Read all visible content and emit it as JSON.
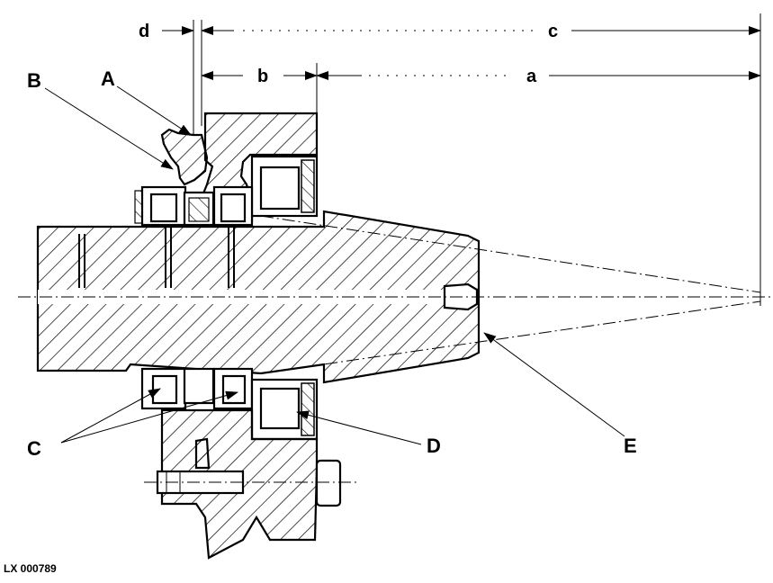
{
  "labels": {
    "a": "a",
    "b": "b",
    "c": "c",
    "d": "d",
    "A": "A",
    "B": "B",
    "C": "C",
    "D": "D",
    "E": "E"
  },
  "figure_code": "LX 000789"
}
